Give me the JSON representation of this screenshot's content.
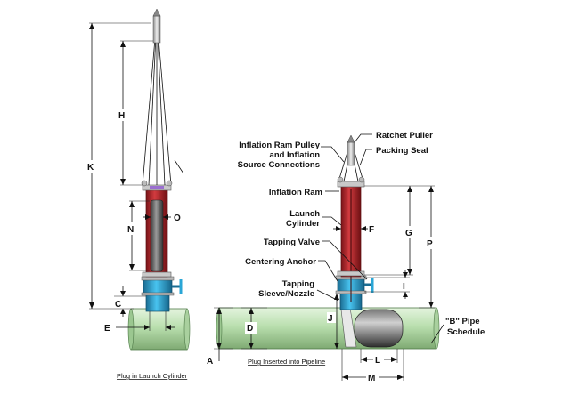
{
  "dimensions": {
    "A": "A",
    "C": "C",
    "D": "D",
    "E": "E",
    "F": "F",
    "G": "G",
    "H": "H",
    "I": "I",
    "J": "J",
    "K": "K",
    "L": "L",
    "M": "M",
    "N": "N",
    "O": "O",
    "P": "P"
  },
  "labels": {
    "ratchet_puller": "Ratchet Puller",
    "packing_seal": "Packing Seal",
    "inflation_pulley_line1": "Inflation Ram Pulley",
    "inflation_pulley_line2": "and Inflation",
    "inflation_pulley_line3": "Source Connections",
    "inflation_ram": "Inflation Ram",
    "launch_line1": "Launch",
    "launch_line2": "Cylinder",
    "tapping_valve": "Tapping Valve",
    "centering_anchor": "Centering Anchor",
    "tapping_line1": "Tapping",
    "tapping_line2": "Sleeve/Nozzle",
    "pipe_line1": "\"B\" Pipe",
    "pipe_line2": "Schedule"
  },
  "captions": {
    "left": "Plug in Launch Cylinder",
    "right": "Plug Inserted into Pipeline"
  },
  "colors": {
    "pipe": "#bfe3b4",
    "cylinder": "#b3262a",
    "valve": "#2aa6d6",
    "plug": "#6b6b6b",
    "anchor_cap": "#9b6fd0"
  }
}
